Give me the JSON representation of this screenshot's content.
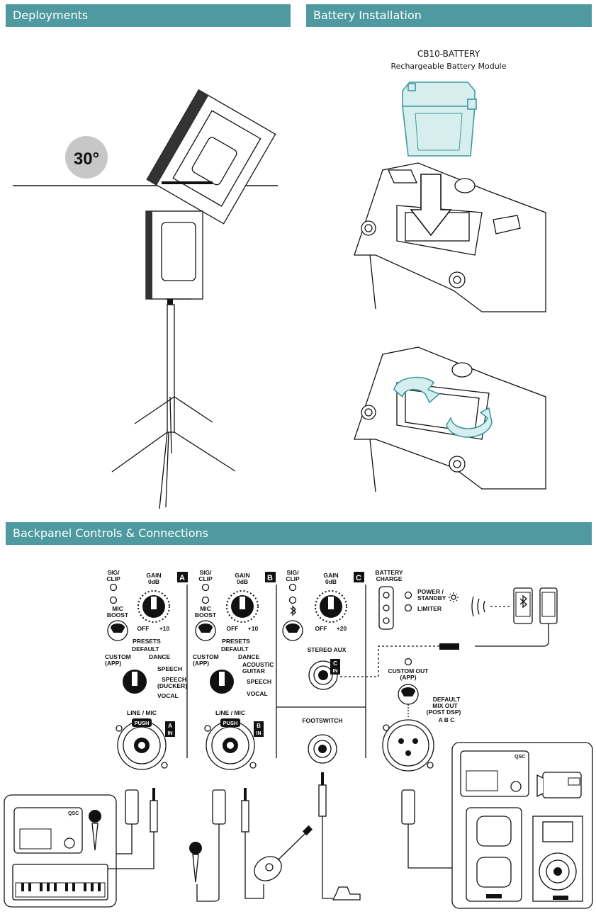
{
  "sections": {
    "deployments": "Deployments",
    "battery": "Battery Installation",
    "backpanel": "Backpanel Controls & Connections"
  },
  "deployment": {
    "angle_label": "30°"
  },
  "battery": {
    "model": "CB10-BATTERY",
    "description": "Rechargeable Battery Module"
  },
  "channels": [
    {
      "letter": "A",
      "sig_clip": [
        "SIG/",
        "CLIP"
      ],
      "gain_title": [
        "GAIN",
        "0dB"
      ],
      "gain_off": "OFF",
      "gain_max": "+10",
      "mic_boost": [
        "MIC",
        "BOOST"
      ]
    },
    {
      "letter": "B",
      "sig_clip": [
        "SIG/",
        "CLIP"
      ],
      "gain_title": [
        "GAIN",
        "0dB"
      ],
      "gain_off": "OFF",
      "gain_max": "+10",
      "mic_boost": [
        "MIC",
        "BOOST"
      ]
    },
    {
      "letter": "C",
      "sig_clip": [
        "SIG/",
        "CLIP"
      ],
      "gain_title": [
        "GAIN",
        "0dB"
      ],
      "gain_off": "OFF",
      "gain_max": "+20"
    }
  ],
  "presets": {
    "title": "PRESETS",
    "options": [
      "CUSTOM",
      "(APP)",
      "DEFAULT",
      "DANCE",
      "SPEECH",
      "SPEECH",
      "(DUCKER)",
      "VOCAL"
    ],
    "options_b": [
      "CUSTOM",
      "(APP)",
      "DEFAULT",
      "DANCE",
      "ACOUSTIC",
      "GUITAR",
      "SPEECH",
      "VOCAL"
    ]
  },
  "inputs": {
    "line_mic": "LINE / MIC",
    "push": "PUSH",
    "in_a": [
      "A",
      "IN"
    ],
    "in_b": [
      "B",
      "IN"
    ],
    "in_c": [
      "C",
      "IN"
    ],
    "stereo_aux": "STEREO AUX",
    "footswitch": "FOOTSWITCH"
  },
  "status": {
    "battery_charge": [
      "BATTERY",
      "CHARGE"
    ],
    "power_standby": [
      "POWER /",
      "STANDBY"
    ],
    "limiter": "LIMITER"
  },
  "outputs": {
    "custom_out": [
      "CUSTOM OUT",
      "(APP)"
    ],
    "default_mix": [
      "DEFAULT",
      "MIX OUT",
      "(POST DSP)",
      "A B C"
    ]
  },
  "brand": "QSC"
}
